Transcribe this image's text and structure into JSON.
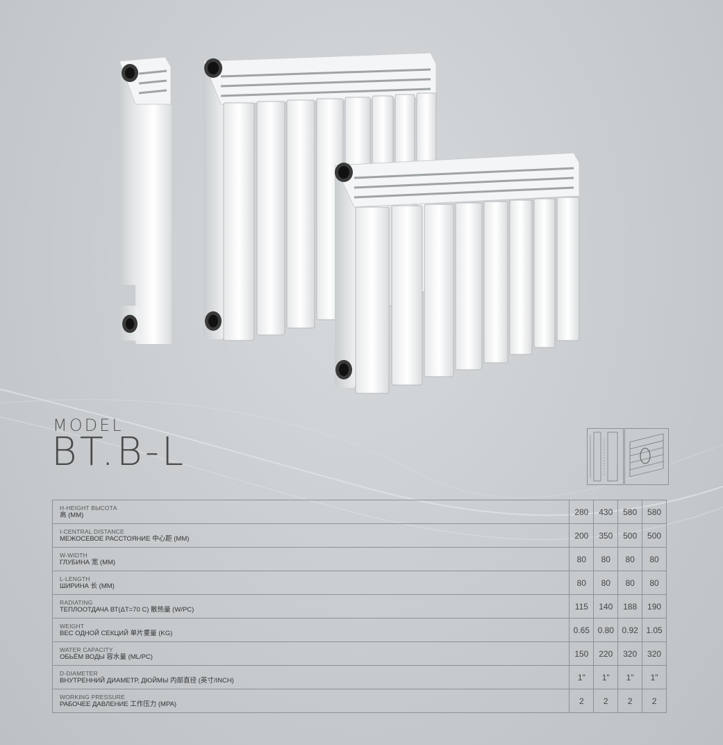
{
  "model": {
    "label": "MODEL",
    "code": "BT.B-L"
  },
  "table": {
    "rows": [
      {
        "line1": "H-HEIGHT ВЫСОТА",
        "line2": "高 (MM)",
        "values": [
          "280",
          "430",
          "580",
          "580"
        ]
      },
      {
        "line1": "I-CENTRAL DISTANCE",
        "line2": "МЕЖОСЕВОЕ РАССТОЯНИЕ 中心距 (MM)",
        "values": [
          "200",
          "350",
          "500",
          "500"
        ]
      },
      {
        "line1": "W-WIDTH",
        "line2": "ГЛУБИНА 宽 (MM)",
        "values": [
          "80",
          "80",
          "80",
          "80"
        ]
      },
      {
        "line1": "L-LENGTH",
        "line2": "ШИРИНА 长 (MM)",
        "values": [
          "80",
          "80",
          "80",
          "80"
        ]
      },
      {
        "line1": "RADIATING",
        "line2": "ТЕПЛООТДАЧА ВТ(ΔT=70 C) 散热量 (W/PC)",
        "values": [
          "115",
          "140",
          "188",
          "190"
        ]
      },
      {
        "line1": "WEIGHT",
        "line2": "ВЕС ОДНОЙ СЕКЦИЙ 单片重量 (KG)",
        "values": [
          "0.65",
          "0.80",
          "0.92",
          "1.05"
        ]
      },
      {
        "line1": "WATER CAPACITY",
        "line2": "ОБЬЁМ ВОДЫ 容水量 (ML/PC)",
        "values": [
          "150",
          "220",
          "320",
          "320"
        ]
      },
      {
        "line1": "D-DIAMETER",
        "line2": "ВНУТРЕННИЙ ДИАМЕТР, ДЮЙМЫ 内部直径 (英寸/INCH)",
        "values": [
          "1\"",
          "1\"",
          "1\"",
          "1\""
        ]
      },
      {
        "line1": "WORKING PRESSURE",
        "line2": "РАБОЧЕЕ ДАВЛЕНИЕ 工作压力 (MPA)",
        "values": [
          "2",
          "2",
          "2",
          "2"
        ]
      }
    ]
  }
}
